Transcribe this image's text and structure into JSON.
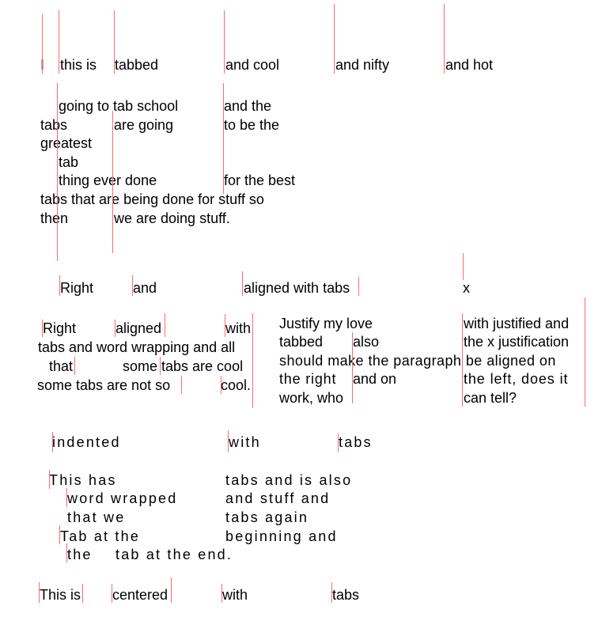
{
  "document": {
    "marker_color": "#ff6b6b",
    "text_color": "#000000",
    "sections": [
      {
        "name": "basic-tabs",
        "lines": [
          [
            "I",
            "this is",
            "tabbed",
            "and cool",
            "and nifty",
            "and hot"
          ]
        ]
      },
      {
        "name": "wrapped-tabs",
        "lines": [
          [
            "going to tab school",
            "and the"
          ],
          [
            "tabs",
            "are going",
            "to be the"
          ],
          [
            "greatest"
          ],
          [
            "tab"
          ],
          [
            "thing ever done",
            "for the best"
          ],
          [
            "tabs that are being done for stuff so"
          ],
          [
            "then",
            "we are doing stuff."
          ]
        ]
      },
      {
        "name": "right-aligned",
        "lines": [
          [
            "Right",
            "and",
            "aligned with tabs",
            "x"
          ]
        ]
      },
      {
        "name": "right-aligned-wrapped",
        "lines": [
          [
            "Right",
            "aligned",
            "with"
          ],
          [
            "tabs and word wrapping and all"
          ],
          [
            "that",
            "some tabs are cool"
          ],
          [
            "some tabs are not so",
            "cool."
          ]
        ]
      },
      {
        "name": "justified",
        "lines": [
          [
            "Justify my love",
            "with justified and"
          ],
          [
            "tabbed",
            "also",
            "the x justification"
          ],
          [
            "should make the paragraph be aligned on"
          ],
          [
            "the right",
            "and on",
            "the left, does it"
          ],
          [
            "work, who",
            "can tell?"
          ]
        ]
      },
      {
        "name": "indented",
        "lines": [
          [
            "indented",
            "with",
            "tabs"
          ]
        ]
      },
      {
        "name": "indented-wrapped",
        "lines": [
          [
            "This has",
            "tabs and is also"
          ],
          [
            "word wrapped",
            "and stuff and"
          ],
          [
            "that we",
            "tabs again"
          ],
          [
            "Tab at the",
            "beginning and"
          ],
          [
            "the",
            "tab at the end."
          ]
        ]
      },
      {
        "name": "centered",
        "lines": [
          [
            "This is",
            "centered",
            "with",
            "tabs"
          ]
        ]
      }
    ]
  }
}
